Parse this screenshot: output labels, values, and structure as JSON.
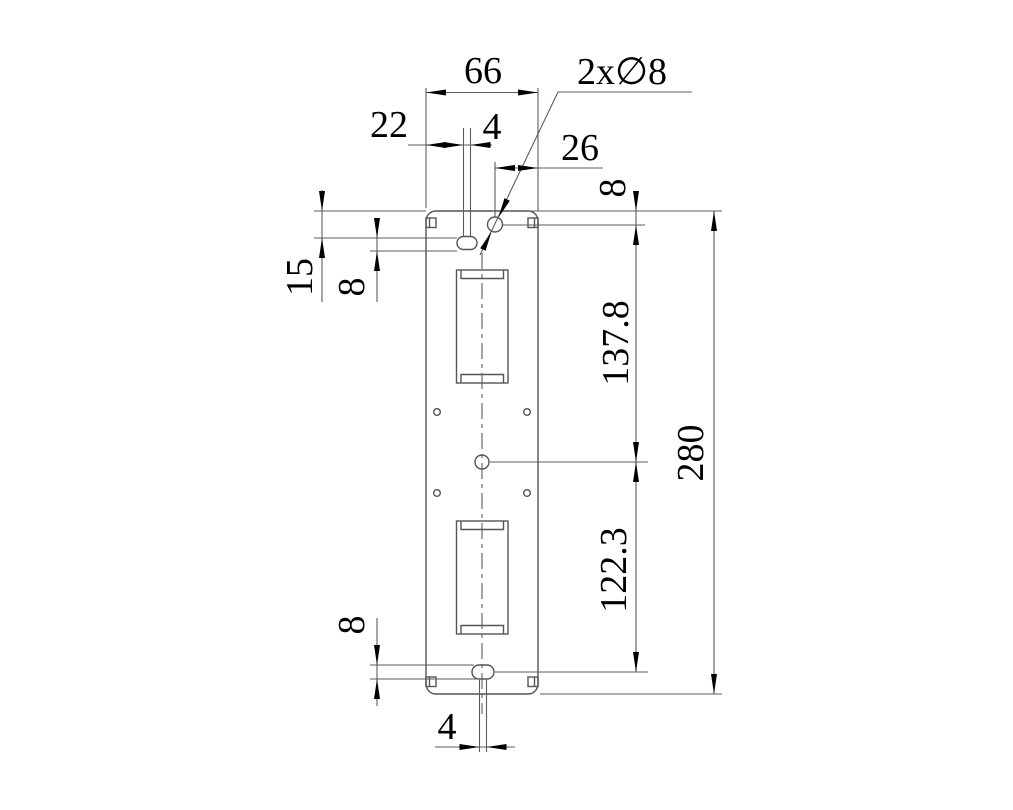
{
  "drawing": {
    "type": "engineering-dimension-drawing",
    "part": "mounting-plate-front-view",
    "dimensions": {
      "overall_width": "66",
      "hole_callout": "2x∅8",
      "offset_left": "22",
      "slot_top_straight": "4",
      "offset_right": "26",
      "edge_to_hole": "8",
      "edge_to_slot_top": "15",
      "slot_top_height": "8",
      "hole_to_center": "137.8",
      "overall_height": "280",
      "center_to_slot_bottom": "122.3",
      "slot_bottom_height": "8",
      "slot_bottom_straight": "4"
    }
  }
}
